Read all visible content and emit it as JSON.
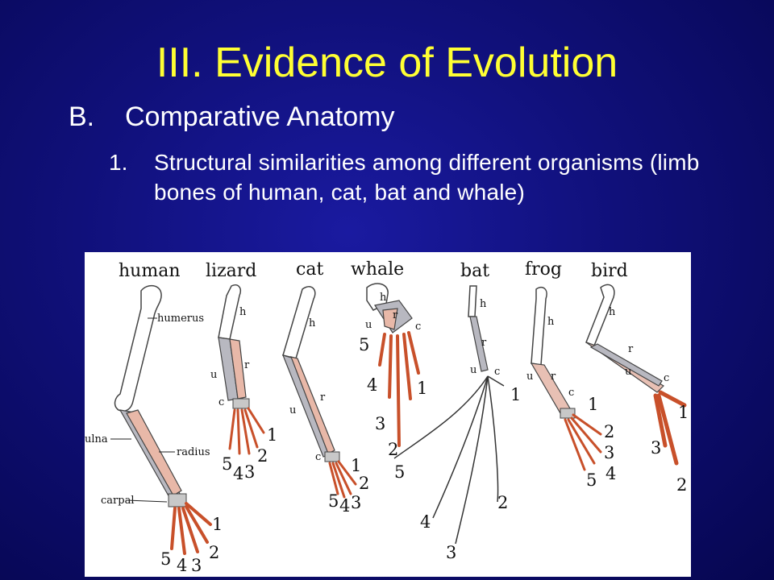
{
  "slide": {
    "title": "III.  Evidence of Evolution",
    "item_b": {
      "marker": "B.",
      "text": "Comparative Anatomy"
    },
    "item_1": {
      "marker": "1.",
      "text": "Structural similarities among different organisms (limb bones of human, cat, bat and whale)"
    }
  },
  "figure": {
    "headers": [
      "human",
      "lizard",
      "cat",
      "whale",
      "bat",
      "frog",
      "bird"
    ],
    "bone_labels": {
      "humerus": "humerus",
      "ulna": "ulna",
      "radius": "radius",
      "carpal": "carpal",
      "h": "h",
      "r": "r",
      "u": "u",
      "c": "c"
    },
    "digits": [
      "1",
      "2",
      "3",
      "4",
      "5"
    ]
  },
  "colors": {
    "background": "#10107a",
    "title": "#ffff33",
    "text": "#ffffff",
    "radius_bone": "#e8b8a8",
    "ulna_bone": "#b8b8c0",
    "digits": "#c8502a"
  }
}
